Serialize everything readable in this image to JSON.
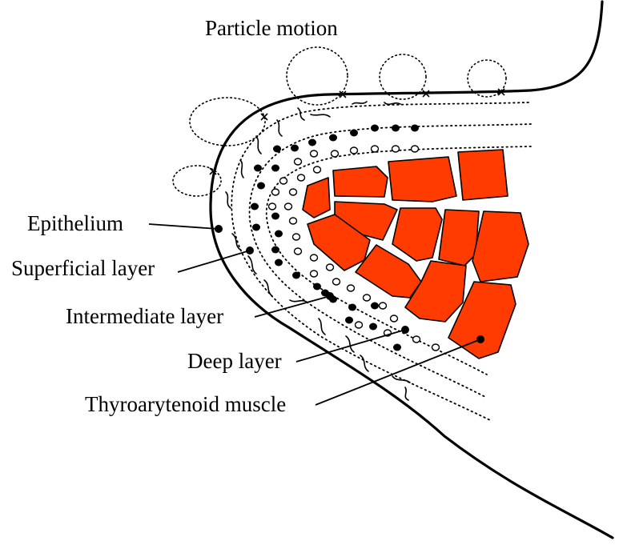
{
  "labels": {
    "particle_motion": "Particle motion",
    "epithelium": "Epithelium",
    "superficial_layer": "Superficial layer",
    "intermediate_layer": "Intermediate layer",
    "deep_layer": "Deep layer",
    "thyroarytenoid_muscle": "Thyroarytenoid muscle"
  },
  "colors": {
    "muscle_fill": "#ff3b00",
    "line": "#000000",
    "background": "#ffffff"
  }
}
